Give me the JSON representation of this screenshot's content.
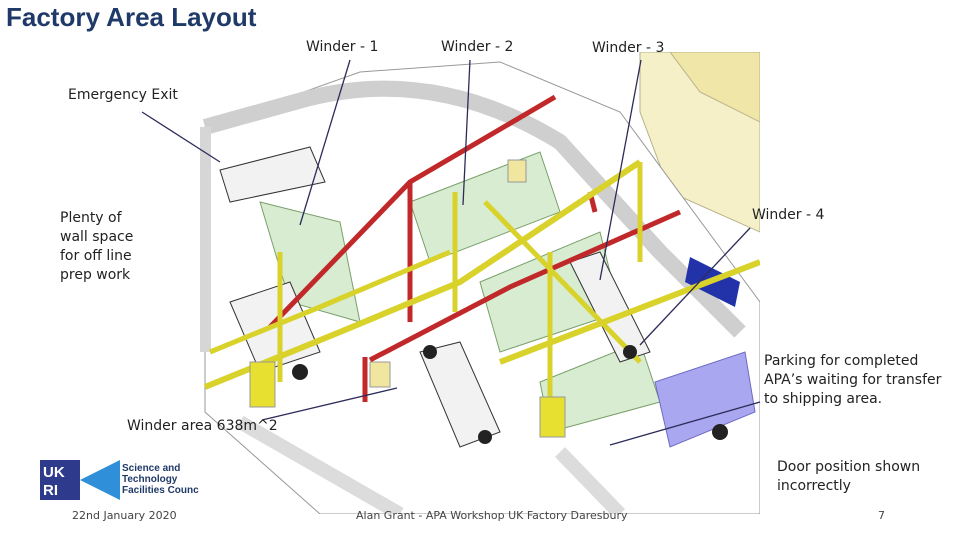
{
  "slide": {
    "title": "Factory Area Layout",
    "labels": {
      "winder1": "Winder - 1",
      "winder2": "Winder - 2",
      "winder3": "Winder - 3",
      "winder4": "Winder - 4",
      "emergency_exit": "Emergency Exit",
      "wall_space": "Plenty of wall space for off line prep work",
      "parking": "Parking for completed APA’s waiting for transfer to shipping area.",
      "winder_area": "Winder area 638m^2",
      "door": "Door position shown incorrectly"
    },
    "logo": {
      "mark": "UKRI",
      "line1": "Science and",
      "line2": "Technology",
      "line3": "Facilities Counc"
    },
    "footer": {
      "date": "22nd January 2020",
      "center": "Alan Grant - APA Workshop UK Factory Daresbury",
      "page": "7"
    },
    "colors": {
      "title": "#1f3a68",
      "pipe_red": "#c0282a",
      "pipe_yellow": "#d8d22a",
      "wall": "#e8e8e8",
      "floor_green": "#cfe8c8",
      "parking_blue": "#a9a7ef",
      "ukri_blue": "#2e3a8c"
    }
  }
}
